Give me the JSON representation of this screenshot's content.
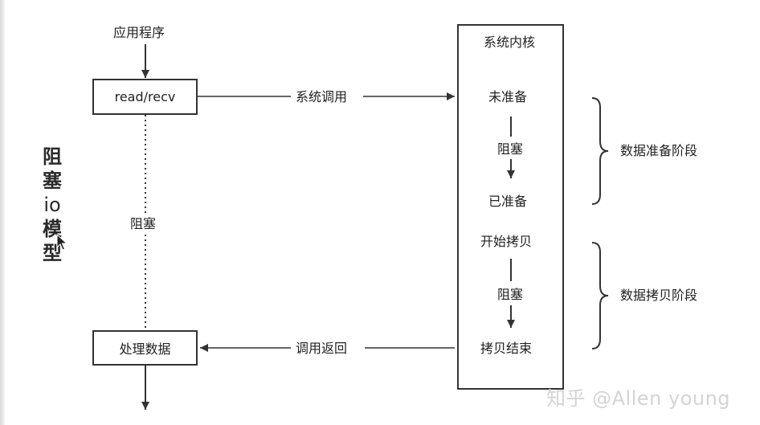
{
  "app": {
    "label": "应用程序",
    "read_call": "read/recv",
    "process_data": "处理数据",
    "blocked": "阻塞"
  },
  "edges": {
    "syscall": "系统调用",
    "return": "调用返回"
  },
  "kernel": {
    "title": "系统内核",
    "not_ready": "未准备",
    "block_1": "阻塞",
    "ready": "已准备",
    "start_copy": "开始拷贝",
    "block_2": "阻塞",
    "copy_done": "拷贝结束"
  },
  "phases": {
    "prepare": "数据准备阶段",
    "copy": "数据拷贝阶段"
  },
  "side_title": [
    "阻",
    "塞",
    "io",
    "模",
    "型"
  ],
  "watermark": "知乎 @Allen young",
  "colors": {
    "line": "#333333",
    "text": "#222222",
    "watermark": "#d4d4d4"
  }
}
